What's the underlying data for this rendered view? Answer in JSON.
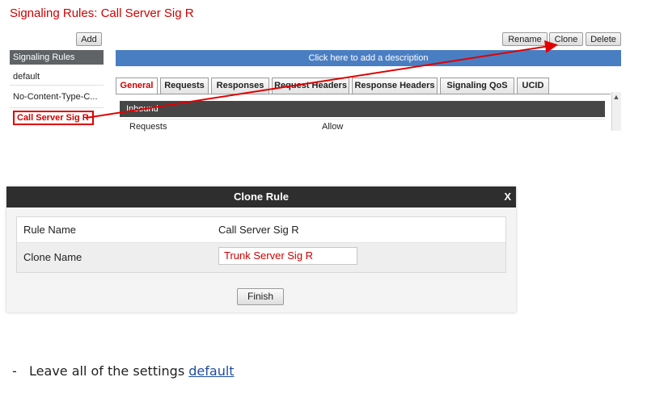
{
  "top": {
    "title": "Signaling Rules: Call Server Sig R",
    "add_label": "Add",
    "rename_label": "Rename",
    "clone_label": "Clone",
    "delete_label": "Delete",
    "sidebar": {
      "header": "Signaling Rules",
      "items": [
        "default",
        "No-Content-Type-C...",
        "Call Server Sig R"
      ]
    },
    "description_placeholder": "Click here to add a description",
    "tabs": [
      "General",
      "Requests",
      "Responses",
      "Request Headers",
      "Response Headers",
      "Signaling QoS",
      "UCID"
    ],
    "section_header": "Inbound",
    "rows": [
      {
        "label": "Requests",
        "value": "Allow"
      }
    ],
    "colors": {
      "accent_red": "#d00000",
      "description_bar": "#4a7ec2",
      "sidebar_header": "#5f6366"
    }
  },
  "dialog": {
    "title": "Clone Rule",
    "close": "X",
    "rule_name_label": "Rule Name",
    "rule_name_value": "Call Server Sig R",
    "clone_name_label": "Clone Name",
    "clone_name_value": "Trunk Server Sig R",
    "finish_label": "Finish"
  },
  "note": {
    "bullet": "-",
    "text": "Leave all of the settings",
    "link": "default"
  }
}
